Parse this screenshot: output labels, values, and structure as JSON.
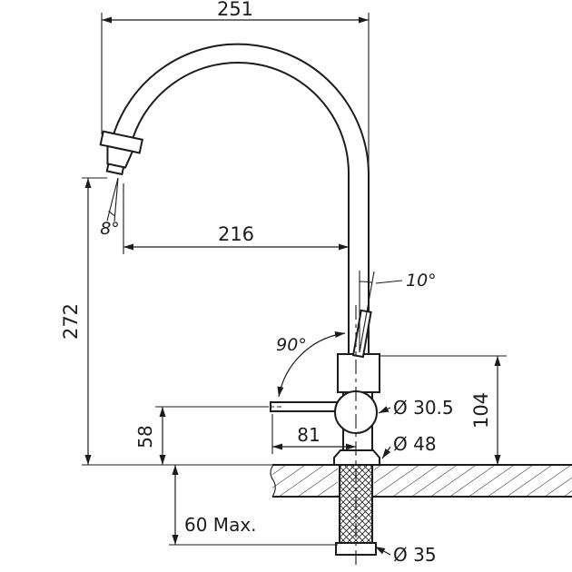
{
  "figure": {
    "kind": "technical dimension drawing",
    "subject": "kitchen mixer tap side elevation with mounting dimensions",
    "colors": {
      "line": "#1c1c1c",
      "background": "#ffffff"
    },
    "labels": {
      "overall_width": "251",
      "spout_reach": "216",
      "spout_height": "272",
      "spout_angle": "8°",
      "lever_tilt": "10°",
      "lever_swing": "90°",
      "lever_length": "81",
      "lever_height": "58",
      "body_height": "104",
      "hub_diameter": "Ø 30.5",
      "base_diameter": "Ø 48",
      "deck_thickness_max": "60 Max.",
      "shank_diameter": "Ø 35"
    }
  }
}
